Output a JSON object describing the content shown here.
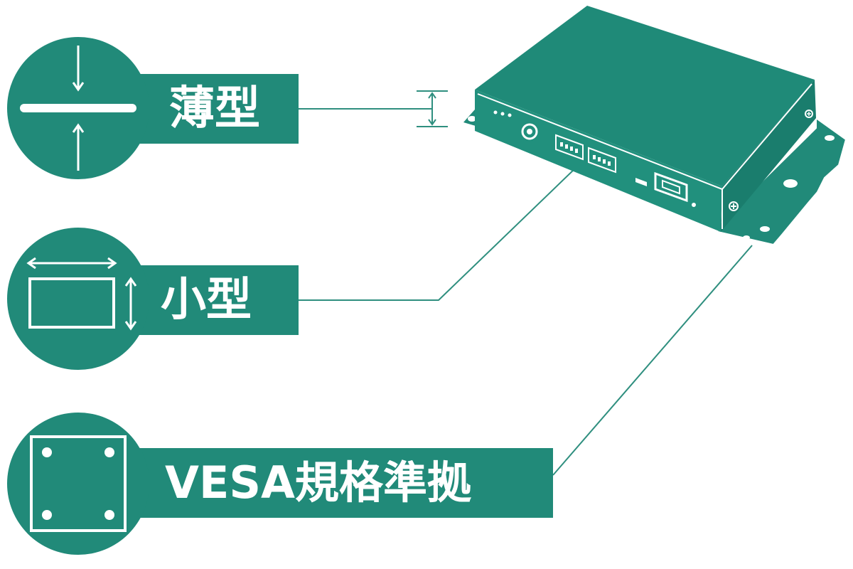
{
  "features": [
    {
      "icon": "thin-profile-icon",
      "label": "薄型"
    },
    {
      "icon": "compact-size-icon",
      "label": "小型"
    },
    {
      "icon": "vesa-mount-icon",
      "label": "VESA規格準拠"
    }
  ],
  "device": {
    "icon": "media-player-box-icon"
  },
  "colors": {
    "accent": "#218a79",
    "background": "#ffffff"
  }
}
